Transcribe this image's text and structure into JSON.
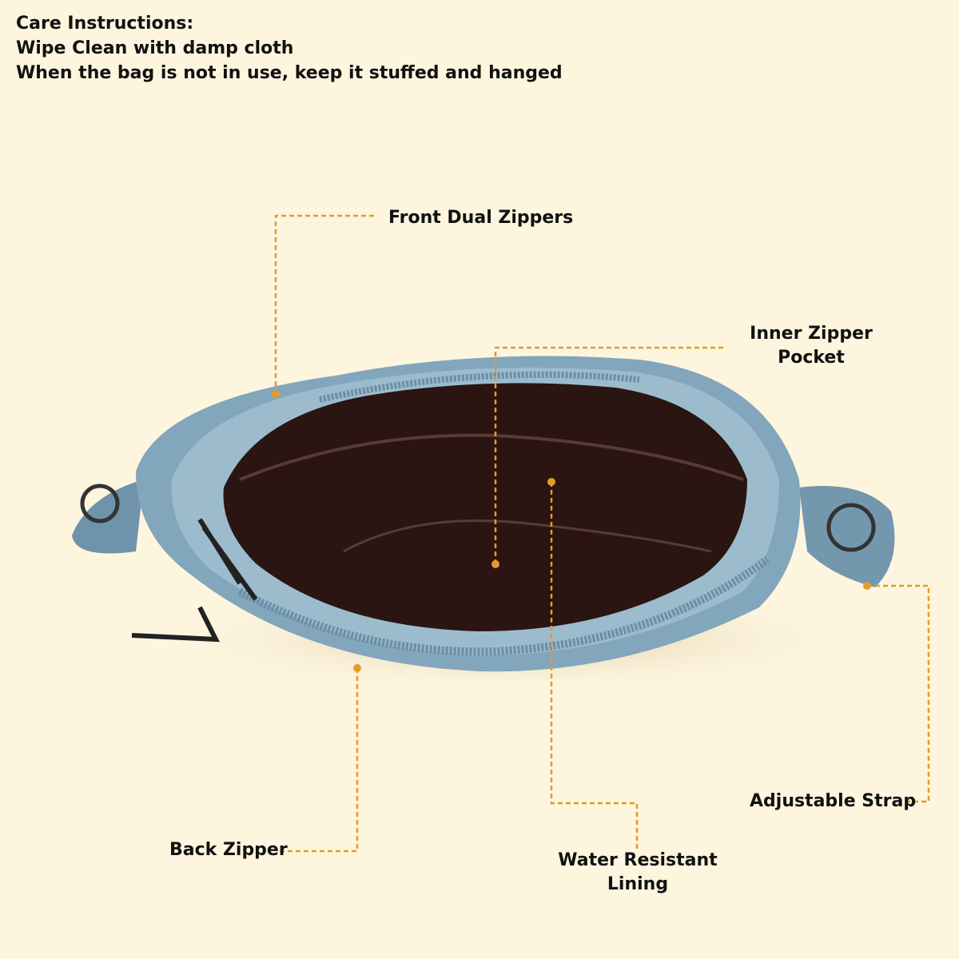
{
  "care": {
    "title": "Care Instructions:",
    "line1": "Wipe Clean with damp cloth",
    "line2": "When the bag is not in use, keep it stuffed and hanged"
  },
  "callouts": {
    "front_dual_zippers": "Front Dual Zippers",
    "inner_zipper_pocket_1": "Inner Zipper",
    "inner_zipper_pocket_2": "Pocket",
    "adjustable_strap": "Adjustable Strap",
    "back_zipper": "Back Zipper",
    "water_resistant_1": "Water Resistant",
    "water_resistant_2": "Lining"
  },
  "colors": {
    "background": "#fdf5de",
    "accent": "#e59a2a",
    "bag": "#7fa3b8",
    "lining": "#2a1512"
  }
}
